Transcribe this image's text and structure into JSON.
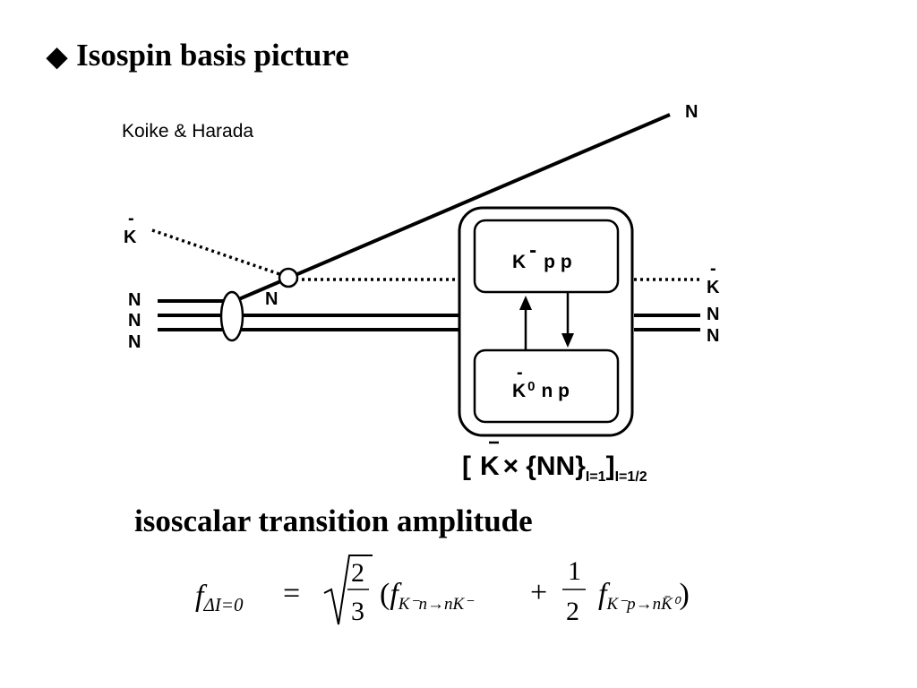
{
  "title": {
    "bullet": "◆",
    "text": "Isospin basis picture"
  },
  "credit": "Koike & Harada",
  "diagram": {
    "outgoing_N": "N",
    "incoming_Kbar": "K",
    "bar": "-",
    "vertex_N": "N",
    "left_nucleons": [
      "N",
      "N",
      "N"
    ],
    "right_labels": [
      "K",
      "N",
      "N"
    ],
    "box_top": {
      "K": "K",
      "sup": "-",
      "rest": "p p"
    },
    "box_bottom": {
      "K": "K",
      "sup": "0",
      "rest": "n p"
    },
    "bracket": {
      "open": "[",
      "K": "K",
      "times": "×",
      "nn": "{NN}",
      "sub_inner": "I=1",
      "close": "]",
      "sub_outer": "I=1/2"
    }
  },
  "subheading": "isoscalar transition amplitude",
  "formula": {
    "f": "f",
    "lhs_sub": "ΔI=0",
    "eq": "=",
    "frac1_num": "2",
    "frac1_den": "3",
    "lparen": "(",
    "term1_sub": "K⁻n→nK⁻",
    "plus": "+",
    "frac2_num": "1",
    "frac2_den": "2",
    "term2_sub": "K⁻p→nK̄⁰",
    "rparen": ")"
  }
}
